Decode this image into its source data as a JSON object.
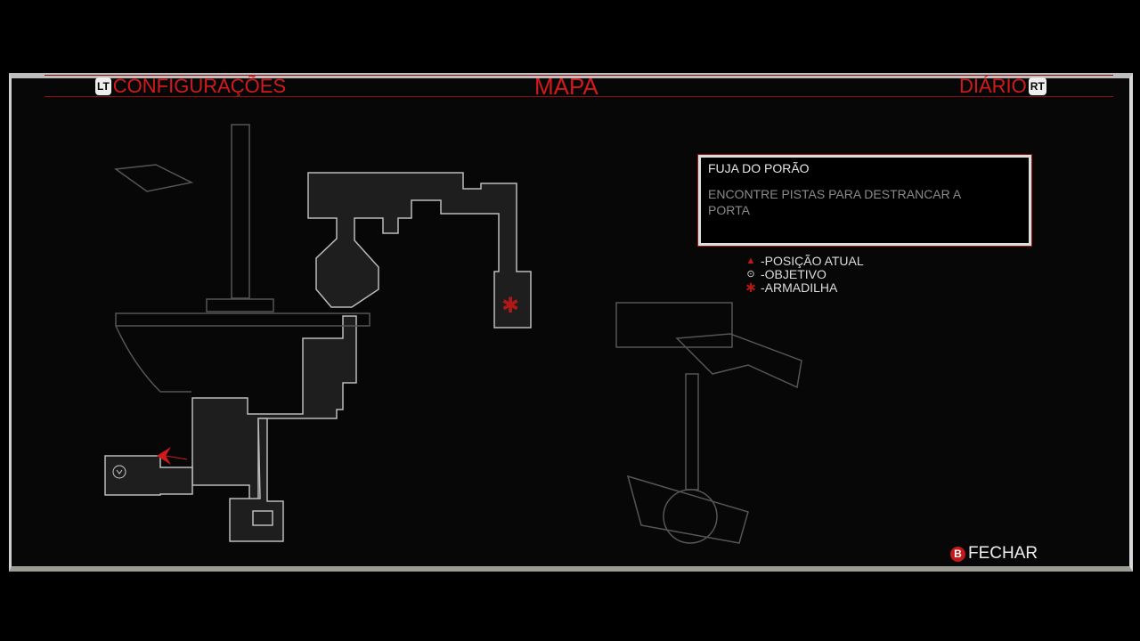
{
  "header": {
    "left_button": "LT",
    "left_label": "CONFIGURAÇÕES",
    "title": "MAPA",
    "right_label": "DIÁRIO",
    "right_button": "RT"
  },
  "objective": {
    "title": "FUJA DO PORÃO",
    "description": "ENCONTRE PISTAS PARA DESTRANCAR A PORTA"
  },
  "legend": [
    {
      "icon": "arrow-up-icon",
      "label": "-POSIÇÃO ATUAL"
    },
    {
      "icon": "objective-circle-icon",
      "label": "-OBJETIVO"
    },
    {
      "icon": "trap-icon",
      "label": "-ARMADILHA"
    }
  ],
  "footer": {
    "close_button": "B",
    "close_label": "FECHAR"
  },
  "colors": {
    "accent": "#d21a1a",
    "text": "#e6e6e6"
  }
}
